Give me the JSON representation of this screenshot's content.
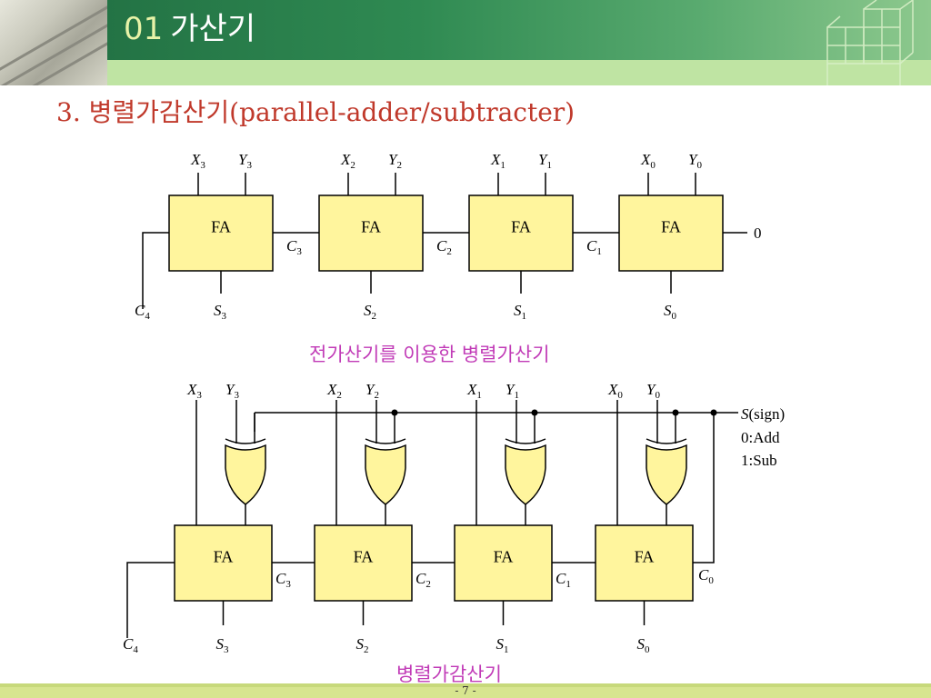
{
  "header": {
    "number": "01",
    "title": "가산기"
  },
  "subtitle": "3. 병렬가감산기(parallel-adder/subtracter)",
  "diagram1": {
    "adder_label": "FA",
    "stages": [
      {
        "x": "X",
        "y": "Y",
        "idx": "3",
        "sum": "S",
        "sum_idx": "3"
      },
      {
        "x": "X",
        "y": "Y",
        "idx": "2",
        "sum": "S",
        "sum_idx": "2"
      },
      {
        "x": "X",
        "y": "Y",
        "idx": "1",
        "sum": "S",
        "sum_idx": "1"
      },
      {
        "x": "X",
        "y": "Y",
        "idx": "0",
        "sum": "S",
        "sum_idx": "0"
      }
    ],
    "carries": [
      {
        "name": "C",
        "idx": "3"
      },
      {
        "name": "C",
        "idx": "2"
      },
      {
        "name": "C",
        "idx": "1"
      }
    ],
    "carry_out": {
      "name": "C",
      "idx": "4"
    },
    "carry_in": "0",
    "caption": "전가산기를 이용한 병렬가산기"
  },
  "diagram2": {
    "adder_label": "FA",
    "stages": [
      {
        "x": "X",
        "y": "Y",
        "idx": "3",
        "sum": "S",
        "sum_idx": "3"
      },
      {
        "x": "X",
        "y": "Y",
        "idx": "2",
        "sum": "S",
        "sum_idx": "2"
      },
      {
        "x": "X",
        "y": "Y",
        "idx": "1",
        "sum": "S",
        "sum_idx": "1"
      },
      {
        "x": "X",
        "y": "Y",
        "idx": "0",
        "sum": "S",
        "sum_idx": "0"
      }
    ],
    "carries": [
      {
        "name": "C",
        "idx": "3"
      },
      {
        "name": "C",
        "idx": "2"
      },
      {
        "name": "C",
        "idx": "1"
      },
      {
        "name": "C",
        "idx": "0"
      }
    ],
    "carry_out": {
      "name": "C",
      "idx": "4"
    },
    "sign": {
      "name": "S",
      "label": "(sign)",
      "add": "0:Add",
      "sub": "1:Sub"
    },
    "caption": "병렬가감산기"
  },
  "footer": {
    "page": "- 7 -"
  },
  "colors": {
    "fa_fill": "#fff59d",
    "header": "#2f8a52",
    "band": "#bfe4a3",
    "subtitle": "#c0392b",
    "caption": "#c13bb7"
  }
}
